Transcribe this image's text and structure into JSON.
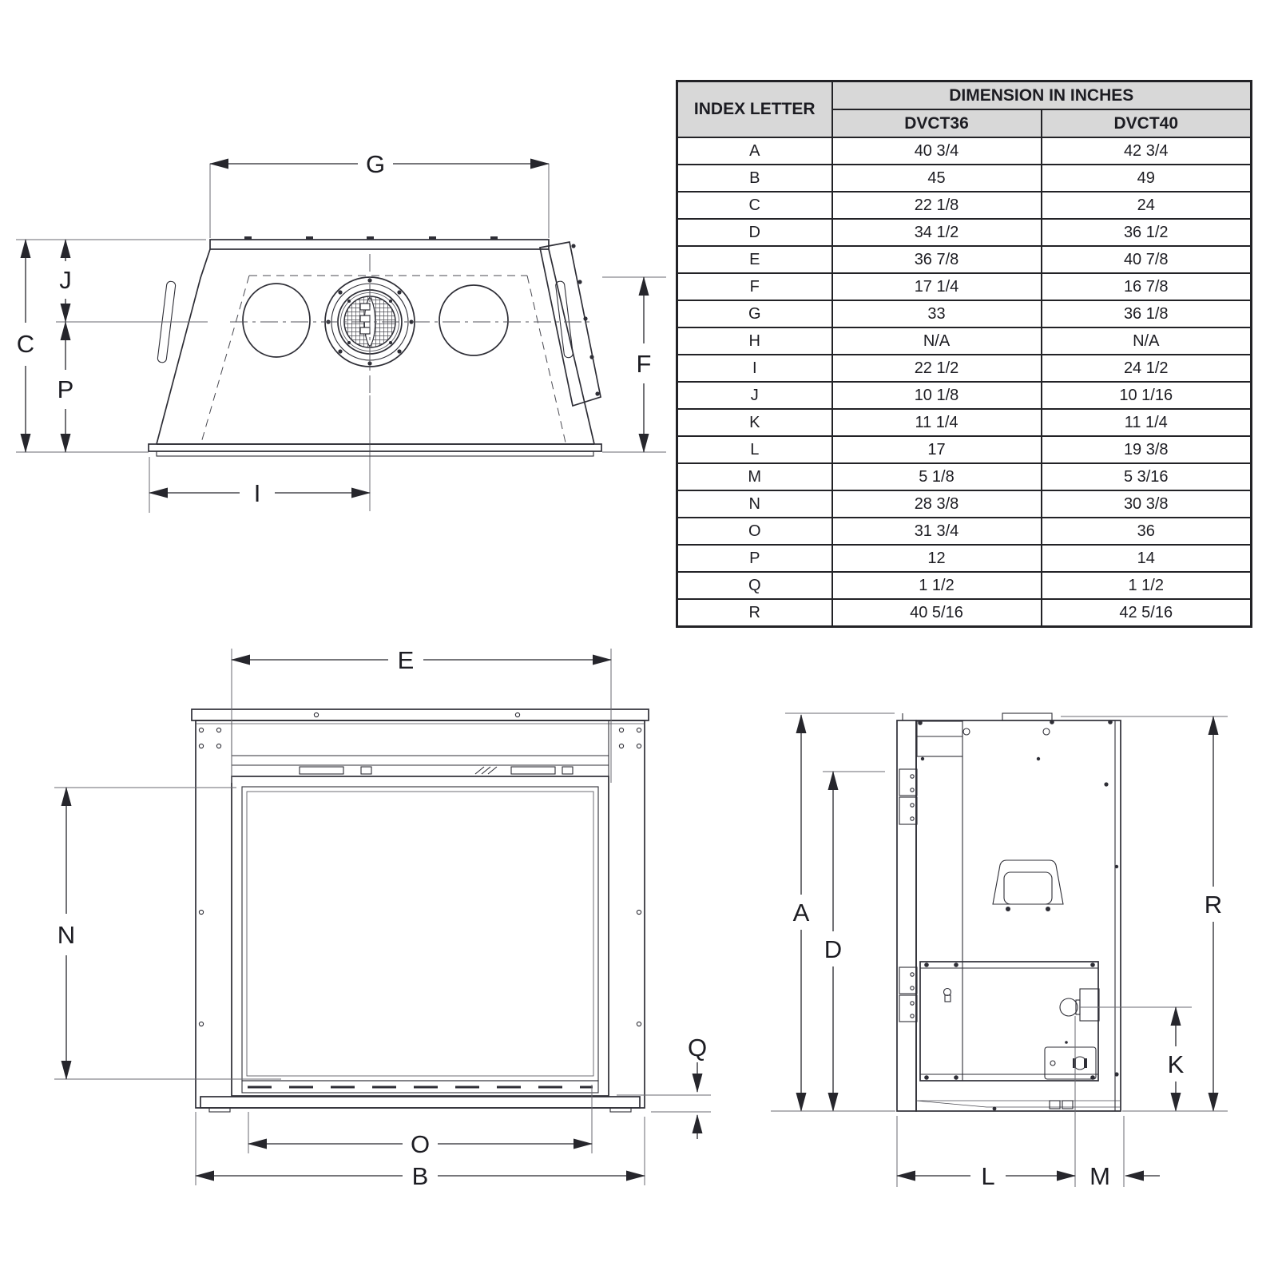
{
  "table": {
    "header": {
      "index_letter": "INDEX LETTER",
      "dimension_in_inches": "DIMENSION IN INCHES",
      "model1": "DVCT36",
      "model2": "DVCT40"
    },
    "rows": [
      {
        "letter": "A",
        "dvct36": "40 3/4",
        "dvct40": "42 3/4"
      },
      {
        "letter": "B",
        "dvct36": "45",
        "dvct40": "49"
      },
      {
        "letter": "C",
        "dvct36": "22 1/8",
        "dvct40": "24"
      },
      {
        "letter": "D",
        "dvct36": "34 1/2",
        "dvct40": "36 1/2"
      },
      {
        "letter": "E",
        "dvct36": "36 7/8",
        "dvct40": "40 7/8"
      },
      {
        "letter": "F",
        "dvct36": "17 1/4",
        "dvct40": "16 7/8"
      },
      {
        "letter": "G",
        "dvct36": "33",
        "dvct40": "36 1/8"
      },
      {
        "letter": "H",
        "dvct36": "N/A",
        "dvct40": "N/A"
      },
      {
        "letter": "I",
        "dvct36": "22 1/2",
        "dvct40": "24 1/2"
      },
      {
        "letter": "J",
        "dvct36": "10 1/8",
        "dvct40": "10 1/16"
      },
      {
        "letter": "K",
        "dvct36": "11 1/4",
        "dvct40": "11 1/4"
      },
      {
        "letter": "L",
        "dvct36": "17",
        "dvct40": "19 3/8"
      },
      {
        "letter": "M",
        "dvct36": "5 1/8",
        "dvct40": "5 3/16"
      },
      {
        "letter": "N",
        "dvct36": "28 3/8",
        "dvct40": "30 3/8"
      },
      {
        "letter": "O",
        "dvct36": "31 3/4",
        "dvct40": "36"
      },
      {
        "letter": "P",
        "dvct36": "12",
        "dvct40": "14"
      },
      {
        "letter": "Q",
        "dvct36": "1 1/2",
        "dvct40": "1 1/2"
      },
      {
        "letter": "R",
        "dvct36": "40 5/16",
        "dvct40": "42 5/16"
      }
    ]
  },
  "drawings": {
    "top_view": {
      "dim_g": "G",
      "dim_c": "C",
      "dim_j": "J",
      "dim_p": "P",
      "dim_f": "F",
      "dim_i": "I"
    },
    "front_view": {
      "dim_e": "E",
      "dim_n": "N",
      "dim_q": "Q",
      "dim_o": "O",
      "dim_b": "B"
    },
    "side_view": {
      "dim_a": "A",
      "dim_d": "D",
      "dim_r": "R",
      "dim_k": "K",
      "dim_l": "L",
      "dim_m": "M"
    }
  },
  "colors": {
    "background": "#ffffff",
    "line_color": "#2e2e36",
    "dimension_color": "#26262c",
    "table_border": "#222226",
    "table_header_bg": "#d8d8d8",
    "text_color": "#1c1c22"
  }
}
